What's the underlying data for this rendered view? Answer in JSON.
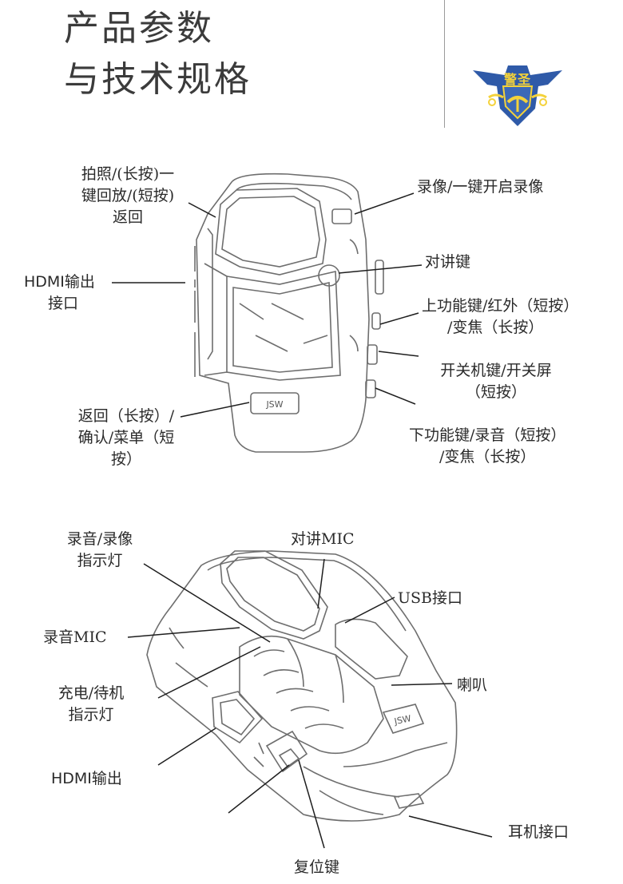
{
  "header": {
    "title_line1": "产品参数",
    "title_line2": "与技术规格",
    "logo_text": "警圣"
  },
  "colors": {
    "logo_blue": "#2f5aa8",
    "logo_yellow": "#f4d23a",
    "title_gray": "#3b3b3b"
  },
  "front_view": {
    "labels": {
      "photo_line1": "拍照/(长按)一",
      "photo_line2": "键回放/(短按)",
      "photo_line3": "返回",
      "record_video": "录像/一键开启录像",
      "intercom_key": "对讲键",
      "hdmi_line1": "HDMI输出",
      "hdmi_line2": "接口",
      "up_func_line1": "上功能键/红外（短按）",
      "up_func_line2": "/变焦（长按）",
      "power_line1": "开关机键/开关屏",
      "power_line2": "（短按）",
      "confirm_line1": "返回（长按）/",
      "confirm_line2": "确认/菜单（短",
      "confirm_line3": "按）",
      "down_func_line1": "下功能键/录音（短按）",
      "down_func_line2": "/变焦（长按）",
      "device_badge": "JSW"
    }
  },
  "back_view": {
    "labels": {
      "rec_indicator_line1": "录音/录像",
      "rec_indicator_line2": "指示灯",
      "intercom_mic": "对讲MIC",
      "usb_port": "USB接口",
      "record_mic": "录音MIC",
      "speaker": "喇叭",
      "charge_line1": "充电/待机",
      "charge_line2": "指示灯",
      "hdmi_out": "HDMI输出",
      "earphone_port": "耳机接口",
      "reset_key": "复位键",
      "device_badge": "JSW"
    }
  }
}
